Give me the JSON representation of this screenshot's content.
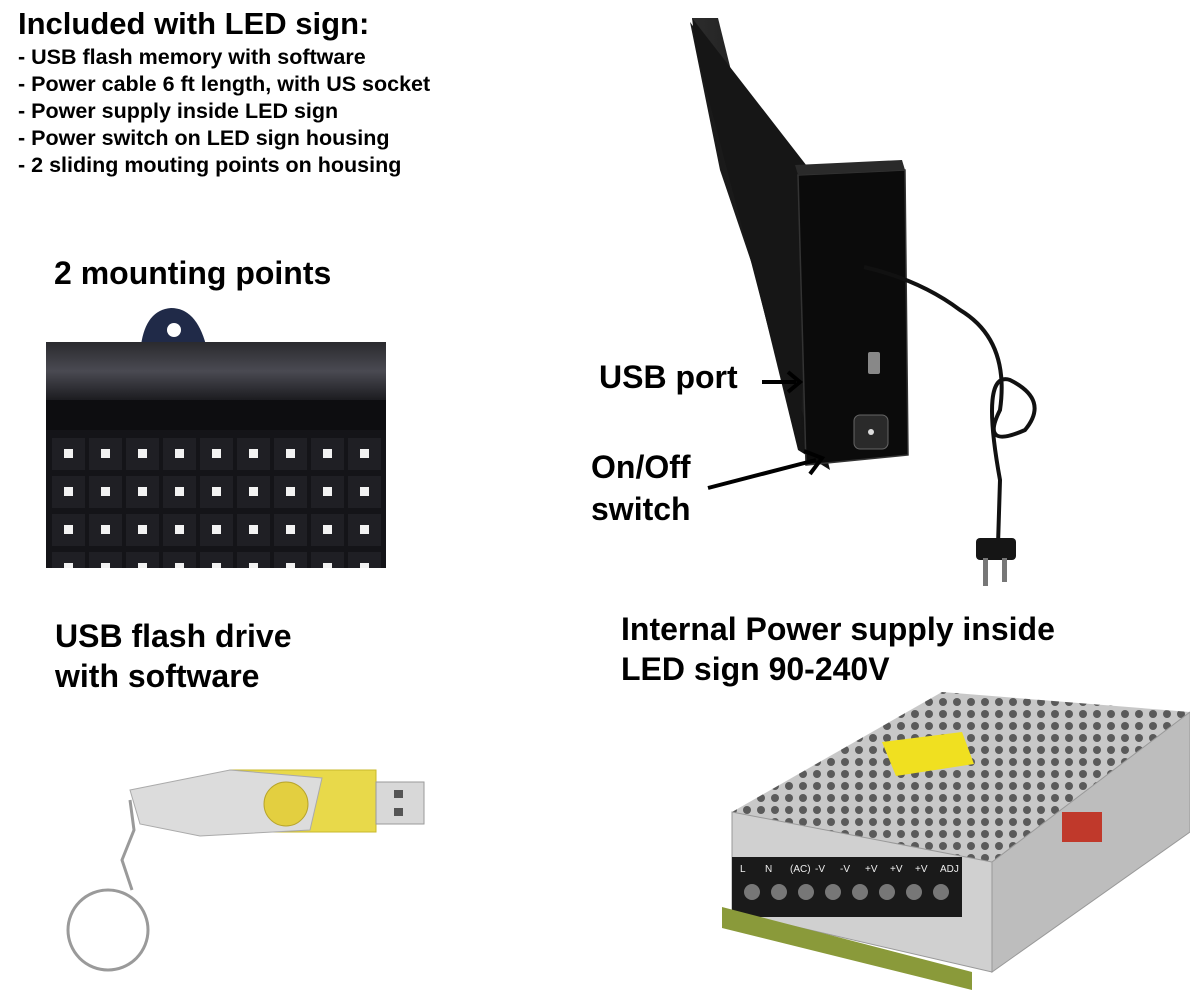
{
  "header": {
    "title": "Included with LED sign:",
    "items": [
      "- USB flash memory with software",
      "- Power cable 6 ft length, with US socket",
      "- Power supply inside LED sign",
      "- Power switch on LED sign housing",
      "- 2 sliding mouting points on housing"
    ]
  },
  "labels": {
    "mounting_points": "2 mounting points",
    "usb_port": "USB port",
    "onoff_line1": "On/Off",
    "onoff_line2": "switch",
    "usb_drive_line1": "USB flash drive",
    "usb_drive_line2": "with software",
    "psu_line1": "Internal Power supply inside",
    "psu_line2": "LED sign 90-240V"
  },
  "psu_terminals": [
    "L",
    "N",
    "(AC)",
    "-V",
    "-V",
    "+V",
    "+V",
    "+V",
    "ADJ"
  ],
  "icons": [
    "arrow-right-icon",
    "arrow-up-right-icon"
  ],
  "colors": {
    "text": "#000000",
    "background": "#ffffff",
    "usb_yellow": "#e8d94a",
    "led_white": "#f2f2f2"
  }
}
